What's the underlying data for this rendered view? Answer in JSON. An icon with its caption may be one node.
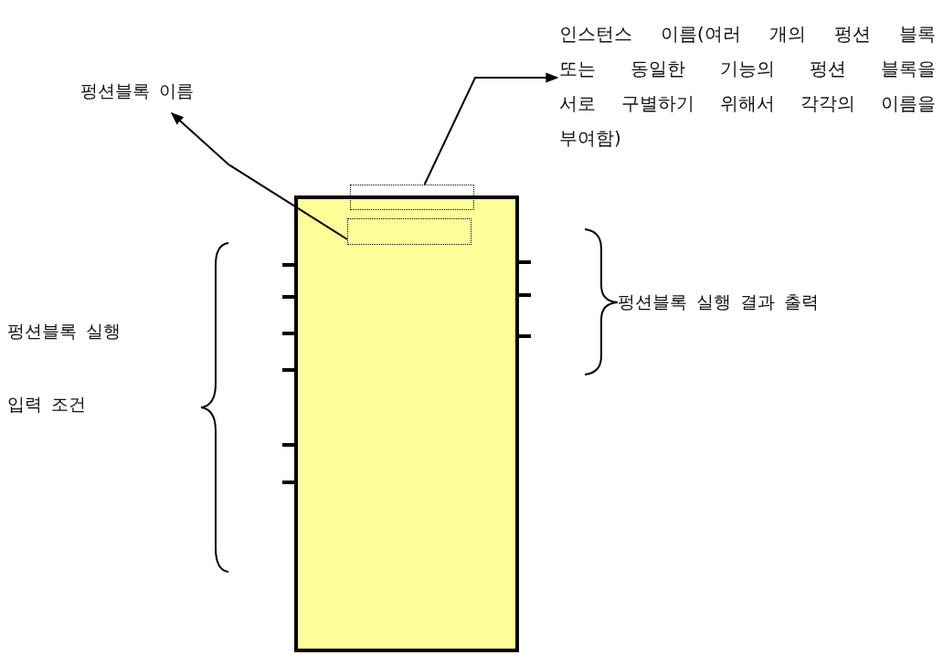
{
  "diagram": {
    "nodes": [
      {
        "text": [],
        "shape": "box"
      },
      {
        "text": [],
        "shape": "box"
      },
      {
        "text": [],
        "shape": "box",
        "in": 0
      },
      {
        "text": [
          "펑션블록 이름"
        ]
      },
      {
        "text": [
          "인스턴스 이름(여러 개의 펑션 블록 또는 동일한 기능의 펑션 블록을 서로 구별하기 위해서 각각의 이름을 부여함)"
        ]
      },
      {
        "text": [
          "펑션블록 실행 입력 조건"
        ]
      },
      {
        "text": [
          "펑션블록 실행 결과 출력"
        ]
      }
    ],
    "edges": [
      {
        "from": 2,
        "to": 3,
        "arrow": "to"
      },
      {
        "from": 1,
        "to": 4,
        "arrow": "to"
      }
    ]
  }
}
